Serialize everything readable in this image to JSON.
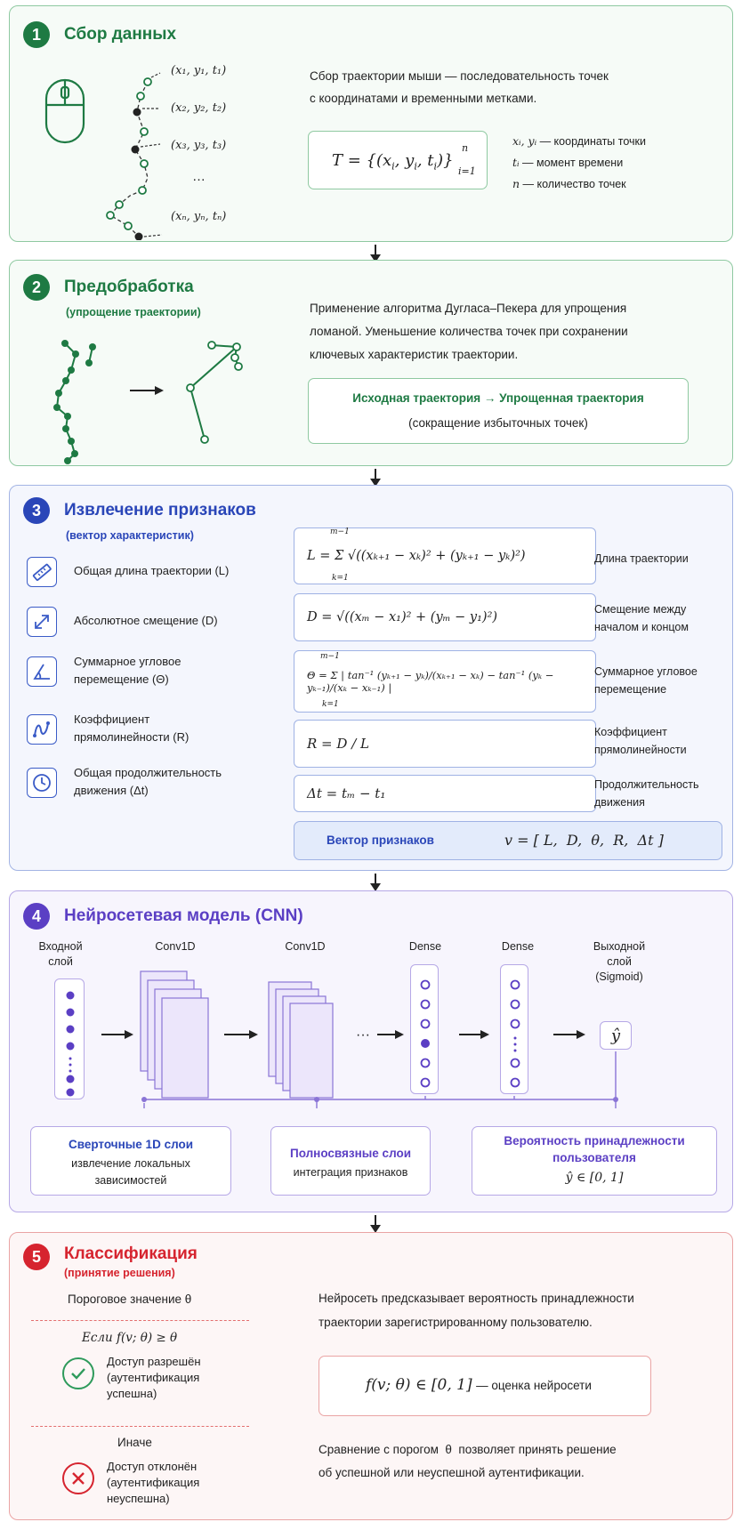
{
  "s1": {
    "num": "1",
    "title": "Сбор данных",
    "points": [
      "(x₁, y₁, t₁)",
      "(x₂, y₂, t₂)",
      "(x₃, y₃, t₃)",
      "…",
      "(xₙ, yₙ, tₙ)"
    ],
    "desc_l1": "Сбор траектории мыши — последовательность точек",
    "desc_l2": "с координатами и временными метками.",
    "formula_lhs": "T = {(x",
    "formula_mid": "i",
    "formula_rhs": ", y",
    "formula_t": ", t",
    "formula_close": ")}",
    "formula_sup": "n",
    "formula_sub": "i=1",
    "legend": [
      {
        "sym": "xᵢ, yᵢ",
        "text": "— координаты точки"
      },
      {
        "sym": "tᵢ",
        "text": "— момент времени"
      },
      {
        "sym": "n",
        "text": "— количество точек"
      }
    ]
  },
  "s2": {
    "num": "2",
    "title": "Предобработка",
    "subtitle": "(упрощение траектории)",
    "desc_l1": "Применение алгоритма Дугласа–Пекера для упрощения",
    "desc_l2": "ломаной. Уменьшение количества точек при сохранении",
    "desc_l3": "ключевых характеристик траектории.",
    "box_l1": "Исходная траектория  →  Упрощенная траектория",
    "box_l2": "(сокращение избыточных точек)"
  },
  "s3": {
    "num": "3",
    "title": "Извлечение признаков",
    "subtitle": "(вектор характеристик)",
    "features": [
      {
        "name": "Общая длина траектории (L)",
        "formula": "L = Σ √((xₖ₊₁ − xₖ)² + (yₖ₊₁ − yₖ)²)",
        "sum_top": "m−1",
        "sum_bottom": "k=1",
        "label": "Длина траектории"
      },
      {
        "name": "Абсолютное смещение (D)",
        "formula": "D = √((xₘ − x₁)² + (yₘ − y₁)²)",
        "label_l1": "Смещение между",
        "label_l2": "началом и концом"
      },
      {
        "name_l1": "Суммарное угловое",
        "name_l2": "перемещение (Θ)",
        "formula": "Θ = Σ | tan⁻¹ (yₖ₊₁ − yₖ)/(xₖ₊₁ − xₖ) − tan⁻¹ (yₖ − yₖ₋₁)/(xₖ − xₖ₋₁) |",
        "sum_top": "m−1",
        "sum_bottom": "k=1",
        "label_l1": "Суммарное угловое",
        "label_l2": "перемещение"
      },
      {
        "name_l1": "Коэффициент",
        "name_l2": "прямолинейности (R)",
        "formula": "R = D / L",
        "label_l1": "Коэффициент",
        "label_l2": "прямолинейности"
      },
      {
        "name_l1": "Общая продолжительность",
        "name_l2": "движения (Δt)",
        "formula": "Δt = tₘ − t₁",
        "label_l1": "Продолжительность",
        "label_l2": "движения"
      }
    ],
    "vector_label": "Вектор признаков",
    "vector_formula": "v = [ L,  D,  θ,  R,  Δt ]"
  },
  "s4": {
    "num": "4",
    "title": "Нейросетевая модель (CNN)",
    "layers": [
      "Входной слой",
      "Conv1D",
      "Conv1D",
      "Dense",
      "Dense",
      "Выходной слой (Sigmoid)"
    ],
    "input_l1": "Входной",
    "input_l2": "слой",
    "output_l1": "Выходной",
    "output_l2": "слой",
    "output_l3": "(Sigmoid)",
    "ellipsis": "···",
    "yhat": "ŷ",
    "boxes": [
      {
        "title": "Сверточные 1D слои",
        "l1": "извлечение локальных",
        "l2": "зависимостей"
      },
      {
        "title": "Полносвязные слои",
        "l1": "интеграция признаков"
      },
      {
        "title_l1": "Вероятность принадлежности",
        "title_l2": "пользователя",
        "l1": "ŷ ∈ [0, 1]"
      }
    ]
  },
  "s5": {
    "num": "5",
    "title": "Классификация",
    "subtitle": "(принятие решения)",
    "threshold": "Пороговое значение θ",
    "if": "Если f(v; θ) ≥ θ",
    "allow_l1": "Доступ разрешён",
    "allow_l2": "(аутентификация",
    "allow_l3": "успешна)",
    "else": "Иначе",
    "deny_l1": "Доступ отклонён",
    "deny_l2": "(аутентификация",
    "deny_l3": "неуспешна)",
    "desc_l1": "Нейросеть предсказывает вероятность принадлежности",
    "desc_l2": "траектории зарегистрированному пользователю.",
    "box_formula": "f(v; θ) ∈ [0, 1]",
    "box_text": "— оценка нейросети",
    "bottom_l1": "Сравнение с порогом  θ  позволяет принять решение",
    "bottom_l2": "об успешной или неуспешной аутентификации."
  },
  "colors": {
    "green": "#1e7a43",
    "blue": "#2a46b8",
    "purple": "#5b3fc4",
    "red": "#d6242f"
  }
}
